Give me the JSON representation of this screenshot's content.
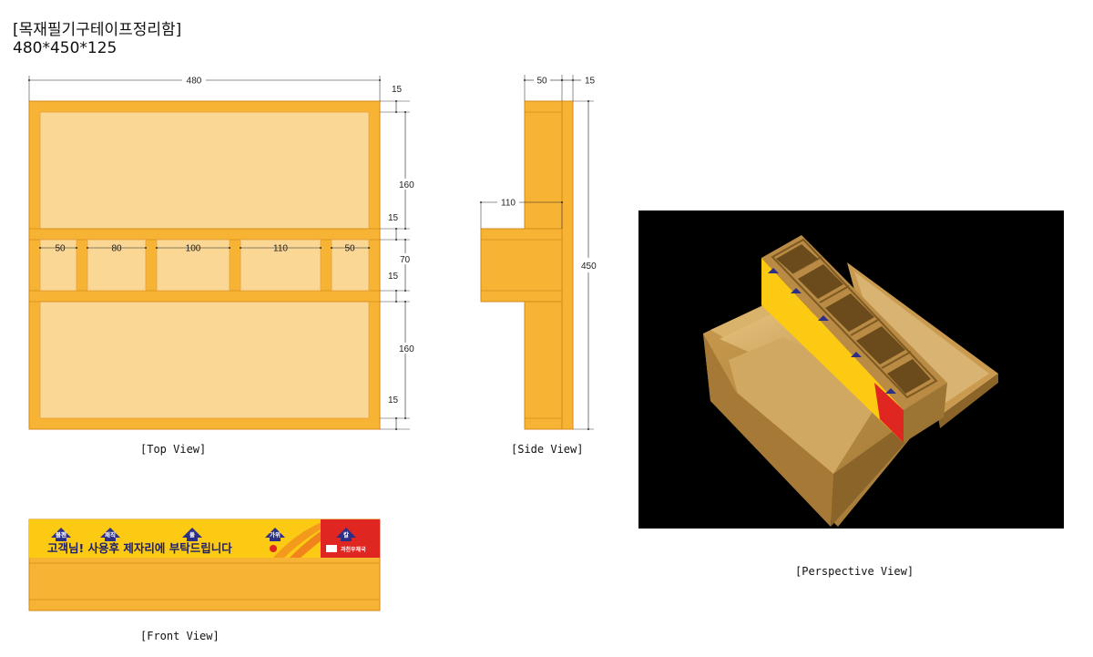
{
  "header": {
    "title": "[목재필기구테이프정리함]",
    "size": "480*450*125"
  },
  "views": {
    "top": "[Top View]",
    "side": "[Side View]",
    "front": "[Front View]",
    "perspective": "[Perspective View]"
  },
  "top_dims": {
    "width": "480",
    "rim": "15",
    "pocket_a": "160",
    "shelf_a": "15",
    "middle": "70",
    "shelf_b": "15",
    "pocket_b": "160",
    "bottom_rim": "15",
    "compartments": [
      "50",
      "80",
      "100",
      "110",
      "50"
    ]
  },
  "side_dims": {
    "depth": "50",
    "wall": "15",
    "tray": "110",
    "height": "450"
  },
  "front_panel": {
    "labels": [
      "볼펜",
      "패직",
      "풀",
      "가위",
      "칼"
    ],
    "message": "고객님! 사용후 제자리에 부탁드립니다",
    "brand": "과천우체국"
  },
  "colors": {
    "wood": "#f7b333",
    "inner": "#fbd796",
    "banner_yellow": "#fcc913",
    "banner_red": "#e02620",
    "arrow_navy": "#2b2f86"
  }
}
